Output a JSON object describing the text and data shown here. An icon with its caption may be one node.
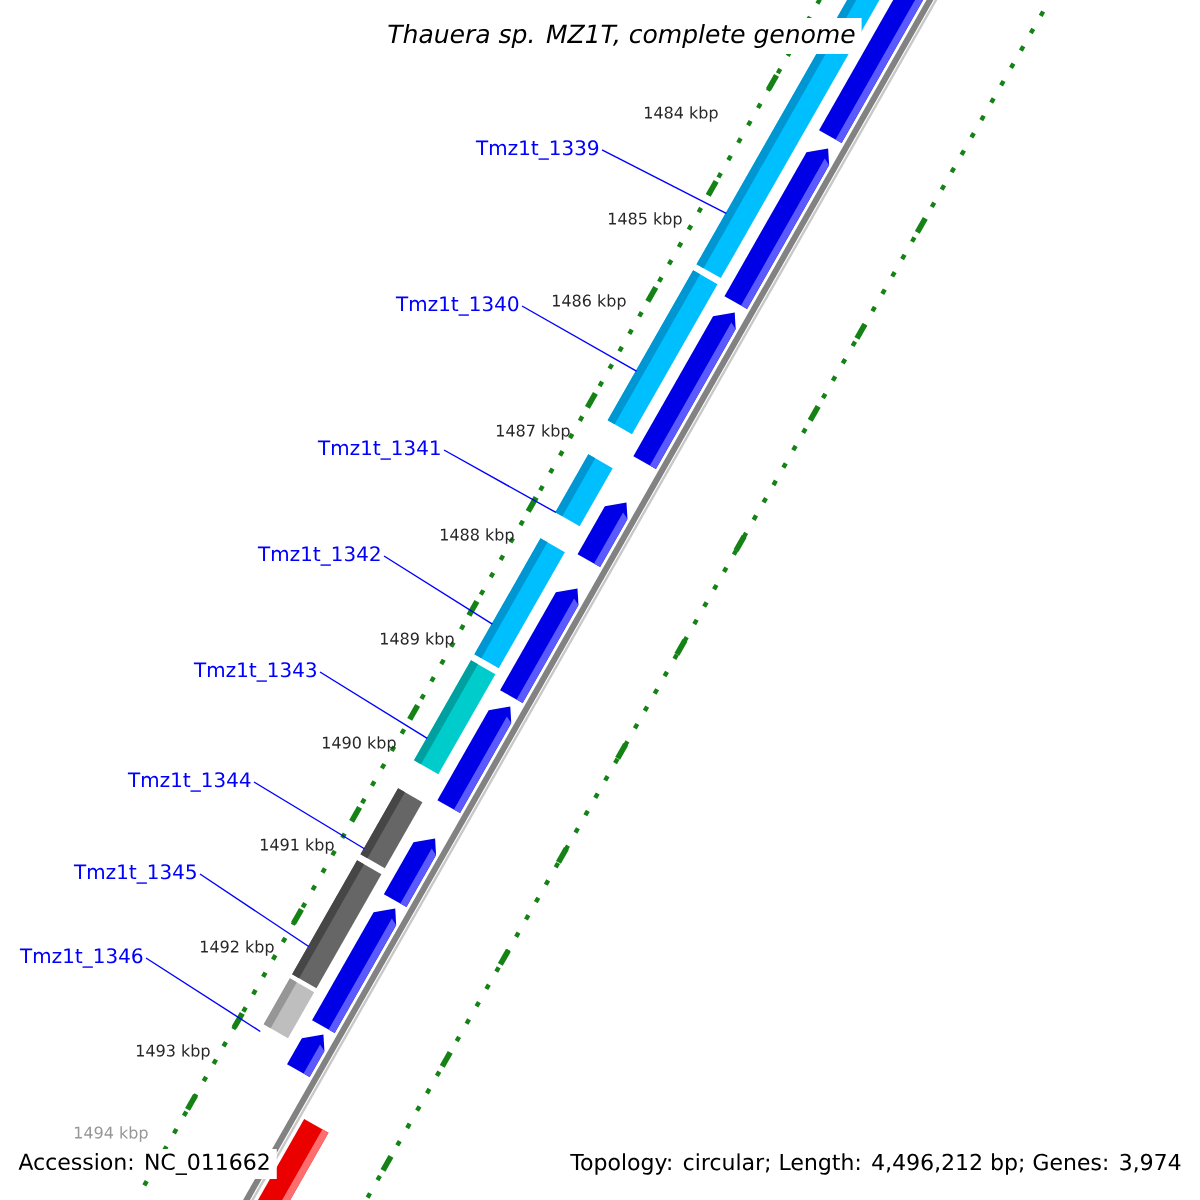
{
  "diagram": {
    "title": "Thauera sp. MZ1T, complete genome",
    "nodes": [
      {
        "text": [
          "Tmz1t_1339"
        ]
      },
      {
        "text": [
          "Tmz1t_1340"
        ]
      },
      {
        "text": [
          "Tmz1t_1341"
        ]
      },
      {
        "text": [
          "Tmz1t_1342"
        ]
      },
      {
        "text": [
          "Tmz1t_1343"
        ]
      },
      {
        "text": [
          "Tmz1t_1344"
        ]
      },
      {
        "text": [
          "Tmz1t_1345"
        ]
      },
      {
        "text": [
          "Tmz1t_1346"
        ]
      },
      {
        "text": [],
        "shape": "bar"
      },
      {
        "text": [],
        "shape": "bar"
      },
      {
        "text": [],
        "shape": "bar"
      },
      {
        "text": [],
        "shape": "bar"
      },
      {
        "text": [],
        "shape": "bar"
      },
      {
        "text": [],
        "shape": "bar"
      },
      {
        "text": [],
        "shape": "bar"
      },
      {
        "text": [],
        "shape": "bar"
      }
    ],
    "edges": [
      {
        "from": 0,
        "to": 8,
        "arrow": "none"
      },
      {
        "from": 1,
        "to": 9,
        "arrow": "none"
      },
      {
        "from": 2,
        "to": 10,
        "arrow": "none"
      },
      {
        "from": 3,
        "to": 11,
        "arrow": "none"
      },
      {
        "from": 4,
        "to": 12,
        "arrow": "none"
      },
      {
        "from": 5,
        "to": 13,
        "arrow": "none"
      },
      {
        "from": 6,
        "to": 14,
        "arrow": "none"
      },
      {
        "from": 7,
        "to": 15,
        "arrow": "none"
      }
    ],
    "labels": [
      "1484 kbp",
      "1485 kbp",
      "1486 kbp",
      "1487 kbp",
      "1488 kbp",
      "1489 kbp",
      "1490 kbp",
      "1491 kbp",
      "1492 kbp",
      "1493 kbp",
      "1494 kbp",
      "Accession: NC_011662",
      "Topology: circular; Length: 4,496,212 bp; Genes: 3,974"
    ]
  }
}
